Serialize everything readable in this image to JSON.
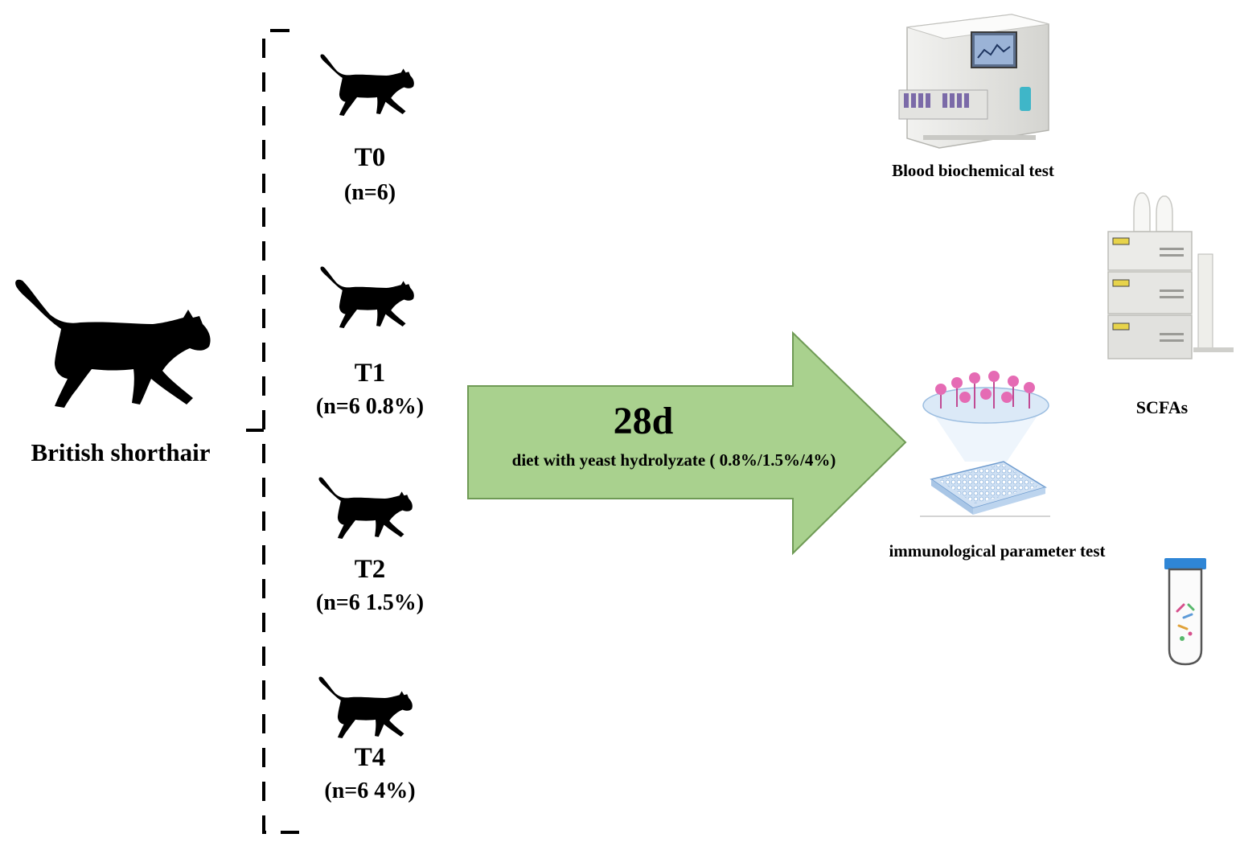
{
  "source": {
    "label": "British shorthair"
  },
  "groups": [
    {
      "name": "T0",
      "detail": "(n=6)"
    },
    {
      "name": "T1",
      "detail": "(n=6 0.8%)"
    },
    {
      "name": "T2",
      "detail": "(n=6 1.5%)"
    },
    {
      "name": "T4",
      "detail": "(n=6 4%)"
    }
  ],
  "treatment": {
    "duration": "28d",
    "description": "diet with yeast hydrolyzate ( 0.8%/1.5%/4%)",
    "arrow_color": "#a9d18e"
  },
  "tests": {
    "blood": "Blood biochemical test",
    "scfa": "SCFAs",
    "immuno": "immunological parameter test"
  },
  "icons": {
    "main": "cat-silhouette-icon",
    "group": "cat-silhouette-icon",
    "blood": "blood-analyzer-icon",
    "scfa": "hplc-instrument-icon",
    "immuno": "elisa-plate-icon",
    "tube": "test-tube-icon"
  }
}
